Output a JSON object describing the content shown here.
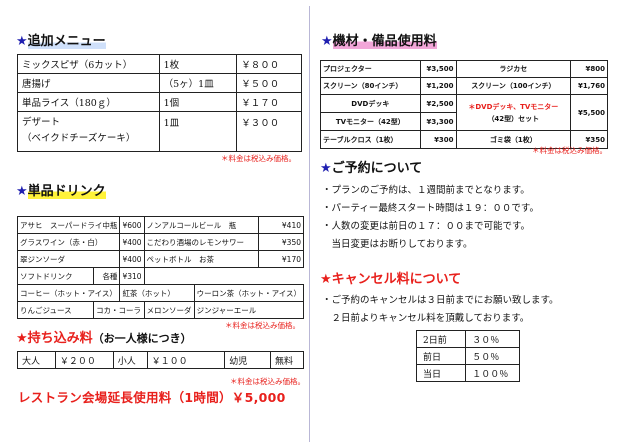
{
  "additional_menu": {
    "title": "追加メニュー",
    "rows": [
      {
        "name": "ミックスピザ（6カット）",
        "unit": "1枚",
        "price": "￥８００"
      },
      {
        "name": "唐揚げ",
        "unit": "（5ヶ）1皿",
        "price": "￥５００"
      },
      {
        "name": "単品ライス（180ｇ）",
        "unit": "1個",
        "price": "￥１７０"
      },
      {
        "name_line1": "デザート",
        "name_line2": "（ベイクドチーズケーキ）",
        "unit": "1皿",
        "price": "￥３００"
      }
    ],
    "note": "＊料金は税込み価格。"
  },
  "drinks": {
    "title": "単品ドリンク",
    "rows": [
      [
        "アサヒ　スーパードライ中瓶",
        "¥600",
        "ノンアルコールビール　瓶",
        "¥410"
      ],
      [
        "グラスワイン（赤・白）",
        "¥400",
        "こだわり酒場のレモンサワー",
        "¥350"
      ],
      [
        "翠ジンソーダ",
        "¥400",
        "ペットボトル　お茶",
        "¥170"
      ]
    ],
    "soft_drink": "ソフトドリンク",
    "soft_unit": "各種",
    "soft_price": "¥310",
    "soft_row1": [
      "コーヒー（ホット・アイス）",
      "紅茶（ホット）",
      "ウーロン茶（ホット・アイス）"
    ],
    "soft_row2": [
      "りんごジュース",
      "コカ・コーラ",
      "メロンソーダ",
      "ジンジャーエール"
    ],
    "note": "＊料金は税込み価格。"
  },
  "carry_in": {
    "title": "持ち込み料",
    "subtitle": "（お一人様につき）",
    "cells": [
      "大人",
      "￥２００",
      "小人",
      "￥１００",
      "幼児",
      "無料"
    ],
    "note": "＊料金は税込み価格。"
  },
  "extension": {
    "text": "レストラン会場延長使用料（1時間）￥5,000"
  },
  "equipment": {
    "title": "機材・備品使用料",
    "rows": [
      [
        "プロジェクター",
        "¥3,500",
        "ラジカセ",
        "¥800"
      ],
      [
        "スクリーン（80インチ）",
        "¥1,200",
        "スクリーン（100インチ）",
        "¥1,760"
      ]
    ],
    "dvd": "DVDデッキ",
    "dvd_price": "¥2,500",
    "tv": "TVモニター（42型）",
    "tv_price": "¥3,300",
    "combo_line1": "＊DVDデッキ、TVモニター",
    "combo_line2": "（42型）セット",
    "combo_price": "¥5,500",
    "cloth": "テーブルクロス（1枚）",
    "cloth_price": "¥300",
    "trash": "ゴミ袋（1枚）",
    "trash_price": "¥350",
    "note": "＊料金は税込み価格。"
  },
  "reservation": {
    "title": "ご予約について",
    "lines": [
      "・プランのご予約は、１週間前までとなります。",
      "・パーティー最終スタート時間は１９：００です。",
      "・人数の変更は前日の１７：００まで可能です。",
      "　当日変更はお断りしております。"
    ]
  },
  "cancellation": {
    "title": "キャンセル料について",
    "lines": [
      "・ご予約のキャンセルは３日前までにお願い致します。",
      "　２日前よりキャンセル料を頂戴しております。"
    ],
    "rows": [
      [
        "2日前",
        "３０％"
      ],
      [
        "前日",
        "５０％"
      ],
      [
        "当日",
        "１００％"
      ]
    ]
  }
}
